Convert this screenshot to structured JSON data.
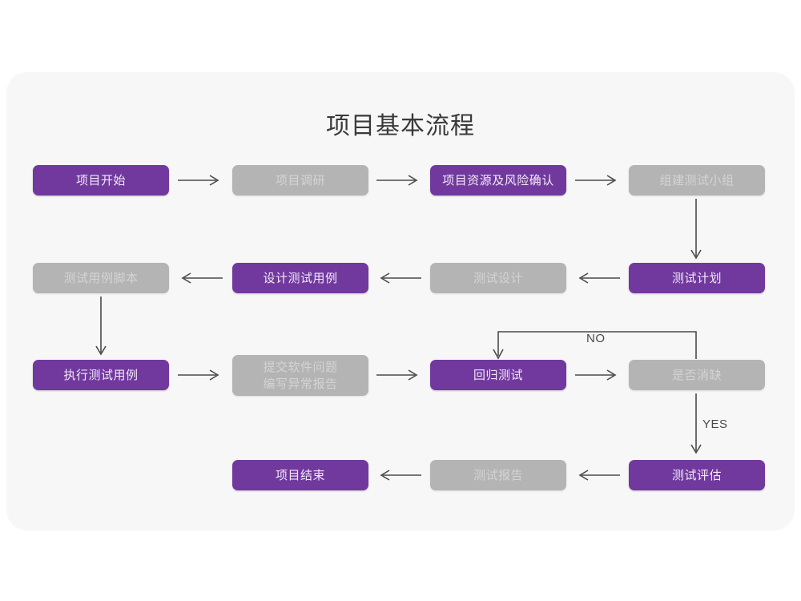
{
  "title": "项目基本流程",
  "colors": {
    "purple": "#71399E",
    "gray": "#B4B4B4",
    "card_bg": "#F7F7F7",
    "page_bg": "#FFFFFF",
    "arrow": "#4A4A4A",
    "purple_text": "#F2E9F7",
    "gray_text": "#D4D4D4"
  },
  "nodes": {
    "project_start": {
      "label": "项目开始",
      "style": "purple"
    },
    "project_research": {
      "label": "项目调研",
      "style": "gray"
    },
    "resource_risk": {
      "label": "项目资源及风险确认",
      "style": "purple"
    },
    "build_team": {
      "label": "组建测试小组",
      "style": "gray"
    },
    "case_script": {
      "label": "测试用例脚本",
      "style": "gray"
    },
    "design_case": {
      "label": "设计测试用例",
      "style": "purple"
    },
    "test_design": {
      "label": "测试设计",
      "style": "gray"
    },
    "test_plan": {
      "label": "测试计划",
      "style": "purple"
    },
    "execute_case": {
      "label": "执行测试用例",
      "style": "purple"
    },
    "submit_issue": {
      "label": "提交软件问题\n编写异常报告",
      "style": "gray"
    },
    "regression_test": {
      "label": "回归测试",
      "style": "purple"
    },
    "is_resolved": {
      "label": "是否消缺",
      "style": "gray"
    },
    "project_end": {
      "label": "项目结束",
      "style": "purple"
    },
    "test_report": {
      "label": "测试报告",
      "style": "gray"
    },
    "test_evaluation": {
      "label": "测试评估",
      "style": "purple"
    }
  },
  "edge_labels": {
    "no": "NO",
    "yes": "YES"
  },
  "flow": {
    "row1": [
      "项目开始",
      "项目调研",
      "项目资源及风险确认",
      "组建测试小组"
    ],
    "row2": [
      "测试用例脚本",
      "设计测试用例",
      "测试设计",
      "测试计划"
    ],
    "row3": [
      "执行测试用例",
      "提交软件问题 编写异常报告",
      "回归测试",
      "是否消缺"
    ],
    "row4": [
      "项目结束",
      "测试报告",
      "测试评估"
    ]
  }
}
